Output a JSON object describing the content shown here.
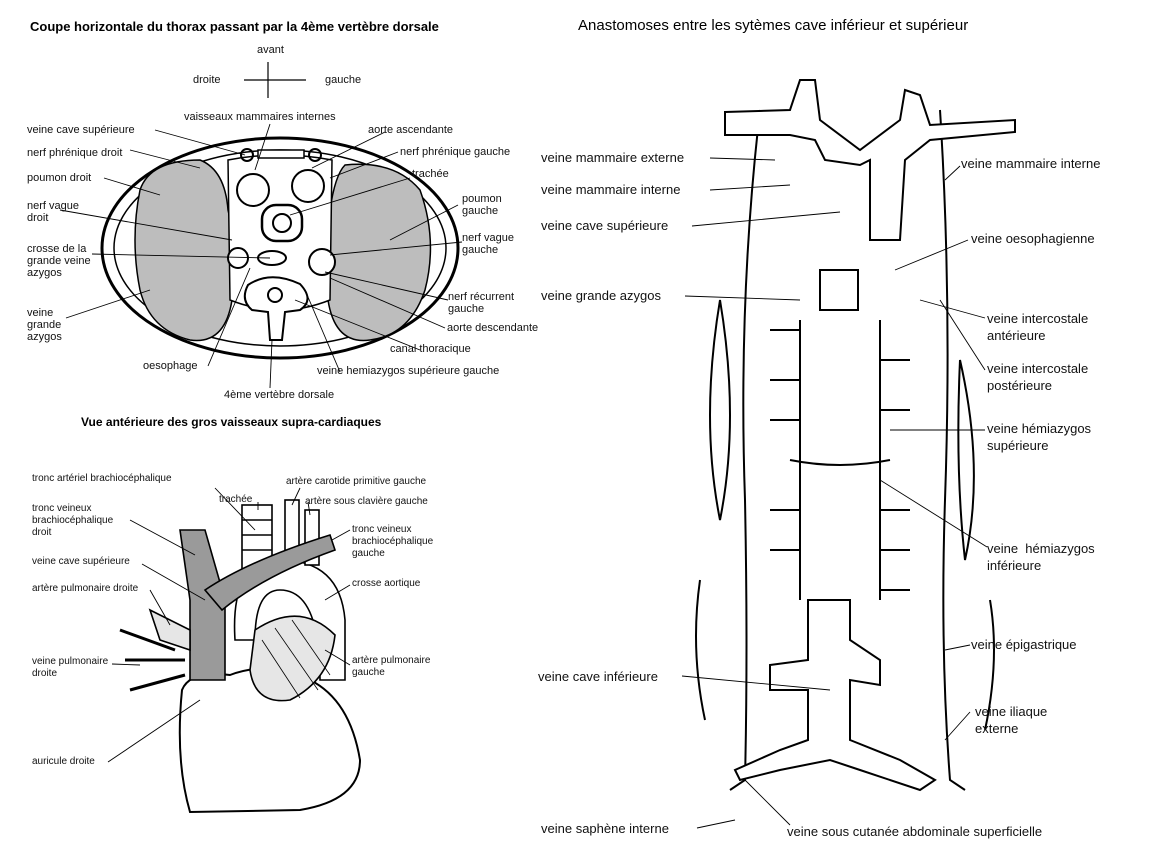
{
  "thorax": {
    "title": "Coupe horizontale du thorax passant par la 4ème vertèbre dorsale",
    "orientation": {
      "avant": "avant",
      "droite": "droite",
      "gauche": "gauche"
    },
    "labels": {
      "vcs": "veine cave supérieure",
      "phren_d": "nerf phrénique droit",
      "poumon_d": "poumon droit",
      "vague_d": "nerf vague\ndroit",
      "crosse_az": "crosse de la\ngrande veine\nazygos",
      "grande_az": "veine\ngrande\nazygos",
      "mammaires": "vaisseaux mammaires internes",
      "aorte_asc": "aorte ascendante",
      "phren_g": "nerf phrénique gauche",
      "trachee": "trachée",
      "poumon_g": "poumon\ngauche",
      "vague_g": "nerf vague\ngauche",
      "recurrent": "nerf récurrent\ngauche",
      "aorte_desc": "aorte descendante",
      "canal": "canal thoracique",
      "hemi_sup": "veine hemiazygos supérieure gauche",
      "oesophage": "oesophage",
      "vertebre": "4ème vertèbre dorsale"
    }
  },
  "vessels": {
    "title": "Vue antérieure des gros vaisseaux supra-cardiaques",
    "labels": {
      "tronc_art": "tronc artériel brachiocéphalique",
      "tronc_vein_d": "tronc veineux\nbrachiocéphalique\ndroit",
      "vcs": "veine cave supérieure",
      "art_pulm_d": "artère pulmonaire droite",
      "vein_pulm_d": "veine pulmonaire\ndroite",
      "auricule": "auricule droite",
      "trachee": "trachée",
      "carotide": "artère carotide primitive gauche",
      "sous_clav": "artère sous clavière gauche",
      "tronc_vein_g": "tronc veineux\nbrachiocéphalique\ngauche",
      "crosse": "crosse aortique",
      "art_pulm_g": "artère pulmonaire\ngauche"
    }
  },
  "anastomoses": {
    "title": "Anastomoses entre les sytèmes cave inférieur et supérieur",
    "labels": {
      "mam_ext": "veine mammaire externe",
      "mam_int_l": "veine mammaire interne",
      "vcs": "veine cave supérieure",
      "grande_az": "veine grande azygos",
      "vci": "veine cave inférieure",
      "saphene": "veine saphène interne",
      "sous_cut": "veine sous cutanée abdominale superficielle",
      "mam_int_r": "veine mammaire interne",
      "oeso": "veine oesophagienne",
      "ic_ant": "veine intercostale\nantérieure",
      "ic_post": "veine intercostale\npostérieure",
      "hemi_sup": "veine hémiazygos\nsupérieure",
      "hemi_inf": "veine  hémiazygos\ninférieure",
      "epigas": "veine épigastrique",
      "iliaque": "veine iliaque\nexterne"
    }
  }
}
